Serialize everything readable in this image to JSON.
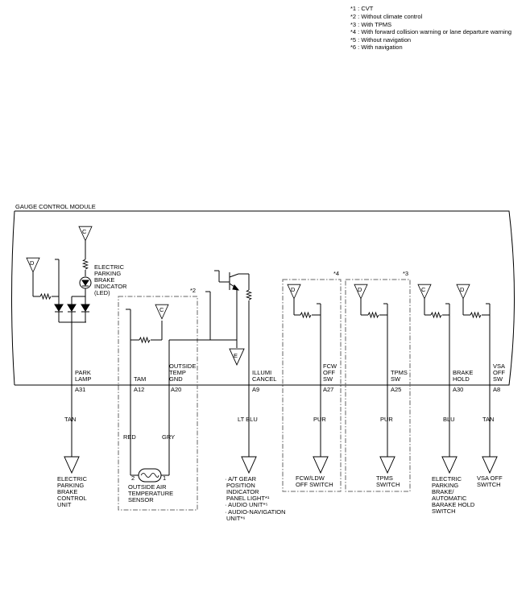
{
  "notes": [
    "*1 : CVT",
    "*2 : Without climate control",
    "*3 : With TPMS",
    "*4 : With forward collision warning or lane departure warning",
    "*5 : Without navigation",
    "*6 : With navigation"
  ],
  "module": {
    "title": "GAUGE CONTROL MODULE",
    "led_label": [
      "ELECTRIC",
      "PARKING",
      "BRAKE",
      "INDICATOR",
      "(LED)"
    ]
  },
  "grounds": {
    "d": "D",
    "c": "C",
    "e": "E"
  },
  "option_marks": {
    "m2": "*2",
    "m3": "*3",
    "m4": "*4"
  },
  "pins": [
    {
      "name": [
        "PARK",
        "LAMP"
      ],
      "id": "A31",
      "wire": "TAN"
    },
    {
      "name": [
        "TAM"
      ],
      "id": "A12"
    },
    {
      "name": [
        "OUTSIDE",
        "TEMP",
        "GND"
      ],
      "id": "A20"
    },
    {
      "name": [
        "ILLUMI",
        "CANCEL"
      ],
      "id": "A9",
      "wire": "LT BLU"
    },
    {
      "name": [
        "FCW",
        "OFF",
        "SW"
      ],
      "id": "A27",
      "wire": "PUR"
    },
    {
      "name": [
        "TPMS",
        "SW"
      ],
      "id": "A25",
      "wire": "PUR"
    },
    {
      "name": [
        "BRAKE",
        "HOLD"
      ],
      "id": "A30",
      "wire": "BLU"
    },
    {
      "name": [
        "VSA",
        "OFF",
        "SW"
      ],
      "id": "A8",
      "wire": "TAN"
    }
  ],
  "sensor": {
    "wire_left": "RED",
    "wire_right": "GRY",
    "pin_left": "2",
    "pin_right": "1",
    "label": [
      "OUTSIDE AIR",
      "TEMPERATURE",
      "SENSOR"
    ]
  },
  "destinations": [
    {
      "lines": [
        "ELECTRIC",
        "PARKING",
        "BRAKE",
        "CONTROL",
        "UNIT"
      ]
    },
    {
      "lines": [
        "· A/T GEAR",
        "POSITION",
        "INDICATOR",
        "PANEL LIGHT*¹",
        "· AUDIO UNIT*⁵",
        "· AUDIO-NAVIGATION",
        "UNIT*⁶"
      ]
    },
    {
      "lines": [
        "FCW/LDW",
        "OFF SWITCH"
      ]
    },
    {
      "lines": [
        "TPMS",
        "SWITCH"
      ]
    },
    {
      "lines": [
        "ELECTRIC",
        "PARKING",
        "BRAKE/",
        "AUTOMATIC",
        "BARAKE HOLD",
        "SWITCH"
      ]
    },
    {
      "lines": [
        "VSA OFF",
        "SWITCH"
      ]
    }
  ],
  "colors": {
    "line": "#000000",
    "dashed_box": "#666666",
    "background": "#ffffff"
  }
}
